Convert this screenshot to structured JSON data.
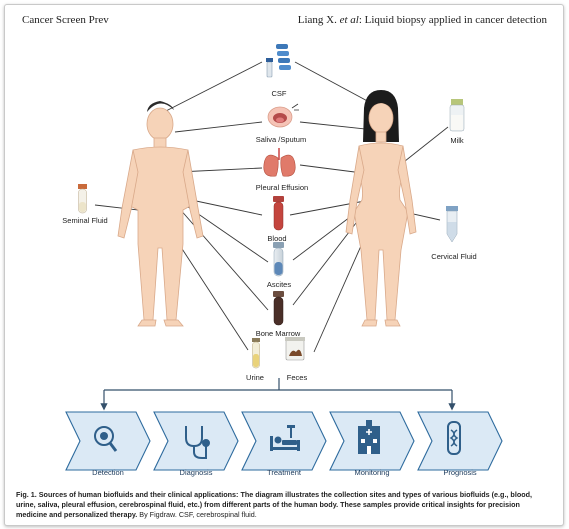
{
  "header": {
    "journal": "Cancer Screen Prev",
    "authors": "Liang X. ",
    "et_al": "et al",
    "title_rest": ": Liquid biopsy applied in cancer detection"
  },
  "biofluids": {
    "csf": "CSF",
    "saliva": "Saliva /Sputum",
    "pleural": "Pleural Effusion",
    "blood": "Blood",
    "ascites": "Ascites",
    "bone_marrow": "Bone Marrow",
    "urine": "Urine",
    "feces": "Feces",
    "seminal": "Seminal Fluid",
    "milk": "Milk",
    "cervical": "Cervical Fluid"
  },
  "applications": [
    {
      "label": "Detection",
      "icon": "virus-magnifier-icon"
    },
    {
      "label": "Diagnosis",
      "icon": "stethoscope-icon"
    },
    {
      "label": "Treatment",
      "icon": "hospital-bed-icon"
    },
    {
      "label": "Monitoring",
      "icon": "hospital-building-icon"
    },
    {
      "label": "Prognosis",
      "icon": "test-tube-dna-icon"
    }
  ],
  "caption": {
    "bold": "Fig. 1. Sources of human biofluids and their clinical applications: The diagram illustrates the collection sites and types of various biofluids (e.g., blood, urine, saliva, pleural effusion, cerebrospinal fluid, etc.) from different parts of the human body. These samples provide critical insights for precision medicine and personalized therapy.",
    "normal": " By Figdraw. CSF, cerebrospinal fluid."
  },
  "colors": {
    "skin": "#f6d3b8",
    "skin_stroke": "#d9a98a",
    "chevron_fill": "#dbe9f5",
    "chevron_stroke": "#2e6b9e",
    "icon": "#2f5f8a",
    "arrow": "#34506b"
  }
}
